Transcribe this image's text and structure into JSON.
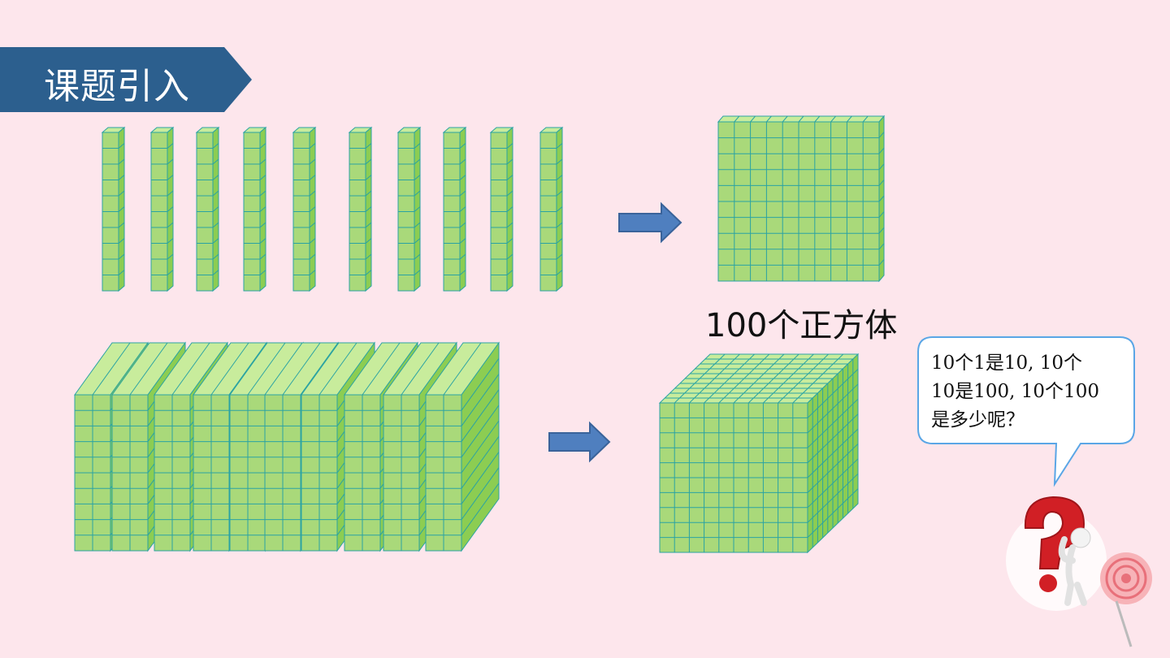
{
  "header": {
    "title": "课题引入"
  },
  "caption": {
    "hundred_cubes": "100个正方体"
  },
  "speech_bubble": {
    "line1": "10个1是10, 10个",
    "line2": "10是100, 10个100",
    "line3": "是多少呢？"
  },
  "colors": {
    "cube_face": "#a9d97a",
    "cube_side": "#8ccd52",
    "cube_top": "#c8ec9c",
    "grid_line": "#2aa3a3",
    "banner": "#2c5f8e",
    "arrow": "#4f7fbf",
    "background": "#fde6ec"
  },
  "icons": {
    "right_arrow": "arrow-right-icon",
    "thinker": "question-thinker-icon"
  }
}
